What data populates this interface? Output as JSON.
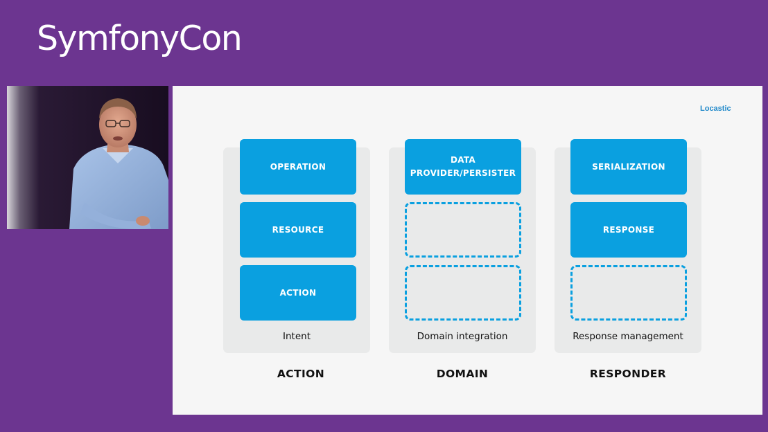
{
  "event": {
    "logo_text": "SymfonyCon"
  },
  "slide": {
    "brand": "Locastic",
    "columns": [
      {
        "title": "ACTION",
        "caption": "Intent",
        "boxes": [
          {
            "label": "OPERATION",
            "style": "filled"
          },
          {
            "label": "RESOURCE",
            "style": "filled"
          },
          {
            "label": "ACTION",
            "style": "filled"
          }
        ]
      },
      {
        "title": "DOMAIN",
        "caption": "Domain integration",
        "boxes": [
          {
            "label": "DATA\nPROVIDER/PERSISTER",
            "style": "filled"
          },
          {
            "label": "",
            "style": "dashed"
          },
          {
            "label": "",
            "style": "dashed"
          }
        ]
      },
      {
        "title": "RESPONDER",
        "caption": "Response management",
        "boxes": [
          {
            "label": "SERIALIZATION",
            "style": "filled"
          },
          {
            "label": "RESPONSE",
            "style": "filled"
          },
          {
            "label": "",
            "style": "dashed"
          }
        ]
      }
    ]
  },
  "colors": {
    "background": "#6c3590",
    "slide_background": "#f6f6f6",
    "panel": "#e9eaea",
    "box": "#0aa0e0",
    "brand": "#1f88c9"
  }
}
